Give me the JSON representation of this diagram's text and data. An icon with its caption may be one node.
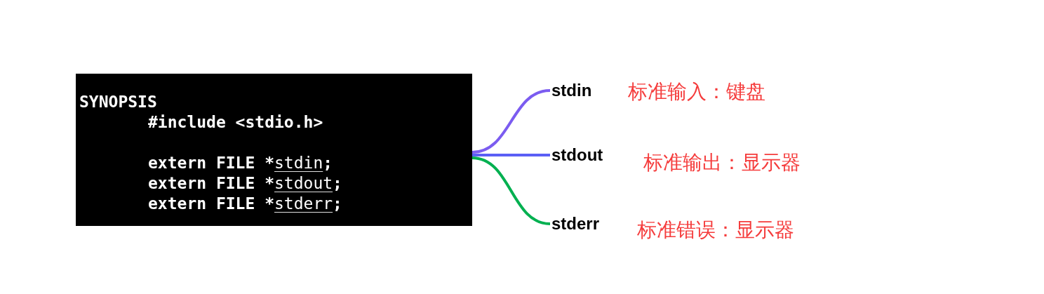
{
  "diagram": {
    "nodes": [
      {
        "text": [
          "SYNOPSIS",
          "#include <stdio.h>",
          "extern FILE *stdin;",
          "extern FILE *stdout;",
          "extern FILE *stderr;"
        ]
      },
      {
        "text": [
          "stdin"
        ],
        "beside": [
          "标准输入：键盘"
        ]
      },
      {
        "text": [
          "stdout"
        ],
        "beside": [
          "标准输出：显示器"
        ]
      },
      {
        "text": [
          "stderr"
        ],
        "beside": [
          "标准错误：显示器"
        ]
      }
    ],
    "edges": [
      {
        "from": 0,
        "to": 1,
        "arrow": "none",
        "color": "#7b5cf0"
      },
      {
        "from": 0,
        "to": 2,
        "arrow": "none",
        "color": "#5b5ff5"
      },
      {
        "from": 0,
        "to": 3,
        "arrow": "none",
        "color": "#00b050"
      }
    ]
  }
}
